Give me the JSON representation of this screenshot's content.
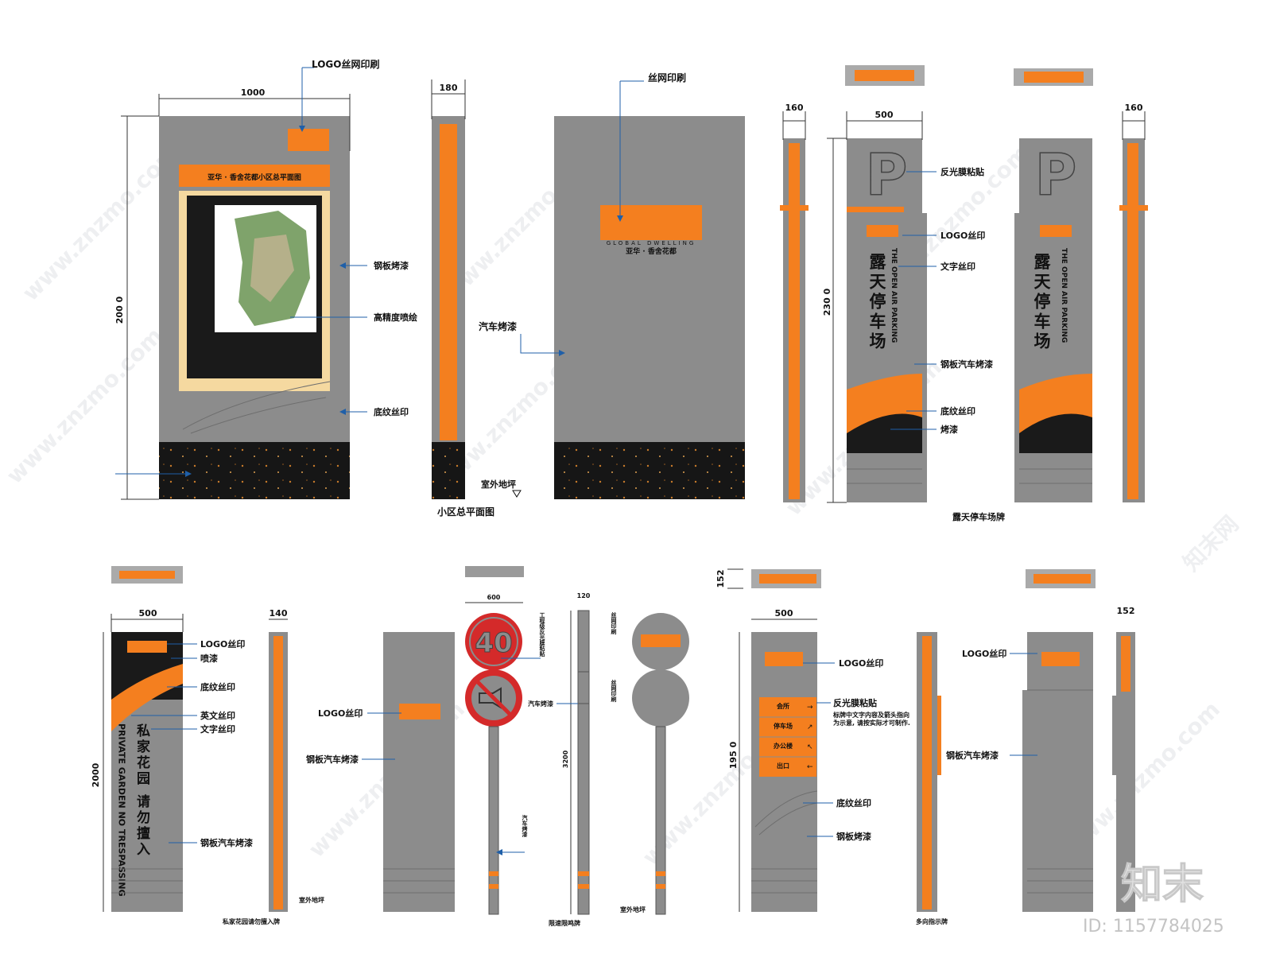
{
  "labels": {
    "logo_screen_print_top": "LOGO丝网印刷",
    "screen_print": "丝网印刷",
    "steel_paint_1": "钢板烤漆",
    "hd_inkjet": "高精度喷绘",
    "base_pattern_1": "底纹丝印",
    "car_paint_1": "汽车烤漆",
    "community_plan": "小区总平面图",
    "outdoor_floor_1": "室外地坪",
    "reflective_film_1": "反光膜粘贴",
    "logo_print_1": "LOGO丝印",
    "text_print_1": "文字丝印",
    "steel_car_paint_1": "钢板汽车烤漆",
    "base_pattern_2": "底纹丝印",
    "paint_1": "烤漆",
    "open_parking_sign": "露天停车场牌",
    "logo_print_2": "LOGO丝印",
    "spray_paint": "喷漆",
    "base_pattern_3": "底纹丝印",
    "english_print": "英文丝印",
    "text_print_2": "文字丝印",
    "steel_car_paint_2": "钢板汽车烤漆",
    "private_garden_sign": "私家花园请勿擅入牌",
    "outdoor_floor_2": "室外地坪",
    "logo_print_3": "LOGO丝印",
    "steel_car_paint_3": "钢板汽车烤漆",
    "eng_reflective": "工程级反光膜粘贴",
    "car_paint_2": "汽车烤漆",
    "car_paint_3": "汽车烤漆",
    "speed_limit_sign": "限速限鸣牌",
    "outdoor_floor_3": "室外地坪",
    "screen_print_v1": "丝网印刷",
    "screen_print_v2": "丝网印刷",
    "logo_print_4": "LOGO丝印",
    "reflective_film_2": "反光膜粘贴",
    "reflective_note_1": "标牌中文字内容及箭头指向",
    "reflective_note_2": "为示意, 请按实际才可制作.",
    "base_pattern_4": "底纹丝印",
    "steel_paint_2": "钢板烤漆",
    "logo_print_5": "LOGO丝印",
    "steel_car_paint_4": "钢板汽车烤漆",
    "multi_direction_sign": "多向指示牌"
  },
  "dimensions": {
    "d1000": "1000",
    "d2000a": "200 0",
    "d180": "180",
    "d160a": "160",
    "d500a": "500",
    "d2300": "230 0",
    "d160b": "160",
    "d500b": "500",
    "d2000b": "2000",
    "d140": "140",
    "d600": "600",
    "d120": "120",
    "d3200": "3200",
    "d152a": "152",
    "d500c": "500",
    "d1950": "195 0",
    "d152b": "152"
  },
  "sign_texts": {
    "plan_header": "亚华 · 香舍花都小区总平面图",
    "parking_letter": "P",
    "parking_cn": "露天停车场",
    "parking_en": "THE OPEN AIR PARKING",
    "brand_en": "GLOBAL DWELLING",
    "brand_cn": "亚华 · 香舍花都",
    "private_cn": "私家花园 请勿擅入",
    "private_en": "PRIVATE GARDEN NO TRESPASSING",
    "speed_value": "40",
    "dir_row_1": "会所",
    "dir_row_2": "停车场",
    "dir_row_3": "办公楼",
    "dir_row_4": "出口"
  },
  "watermark": {
    "site": "www.znzmo.com",
    "brand": "知末网",
    "logo": "知末",
    "id": "ID: 1157784025"
  },
  "colors": {
    "panel_gray": "#8c8c8c",
    "accent_orange": "#f47f1f",
    "black": "#1a1a1a",
    "leader_blue": "#1f5fa8",
    "sign_red": "#d42a2a"
  }
}
